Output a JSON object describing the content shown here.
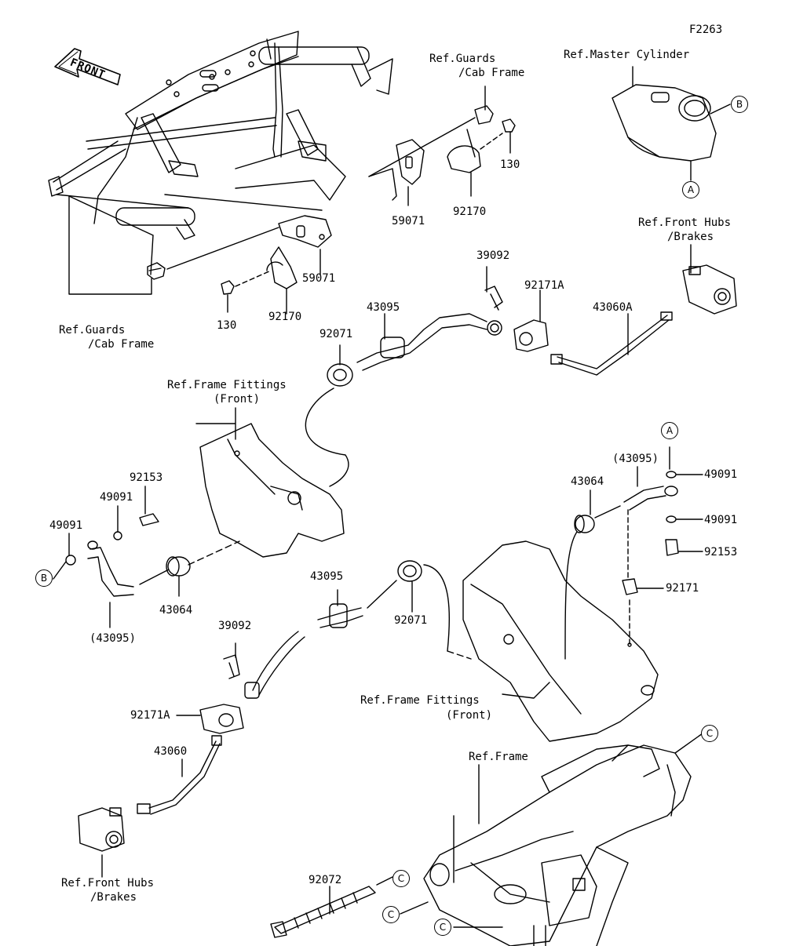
{
  "figure_id": "F2263",
  "front_label": "FRONT",
  "refs": {
    "guards_top_1": "Ref.Guards",
    "guards_top_2": "/Cab Frame",
    "master_cylinder": "Ref.Master Cylinder",
    "front_hubs_top_1": "Ref.Front Hubs",
    "front_hubs_top_2": "/Brakes",
    "guards_left_1": "Ref.Guards",
    "guards_left_2": "/Cab Frame",
    "frame_fittings_top_1": "Ref.Frame Fittings",
    "frame_fittings_top_2": "(Front)",
    "frame_fittings_mid_1": "Ref.Frame Fittings",
    "frame_fittings_mid_2": "(Front)",
    "frame": "Ref.Frame",
    "front_hubs_bottom_1": "Ref.Front Hubs",
    "front_hubs_bottom_2": "/Brakes"
  },
  "parts": {
    "p130_top": "130",
    "p92170_top": "92170",
    "p59071_top": "59071",
    "p59071_left": "59071",
    "p92170_left": "92170",
    "p130_left": "130",
    "p39092_top": "39092",
    "p92171A_top": "92171A",
    "p43060A": "43060A",
    "p43095_top": "43095",
    "p92071_top": "92071",
    "p92153_left": "92153",
    "p49091_left_a": "49091",
    "p49091_left_b": "49091",
    "p43064_left": "43064",
    "p43095_left_paren": "(43095)",
    "p43095_right_paren": "(43095)",
    "p43064_right": "43064",
    "p49091_right_a": "49091",
    "p49091_right_b": "49091",
    "p92153_right": "92153",
    "p92171": "92171",
    "p43095_mid": "43095",
    "p92071_mid": "92071",
    "p39092_mid": "39092",
    "p92171A_mid": "92171A",
    "p43060": "43060",
    "p92072": "92072"
  },
  "markers": {
    "a": "A",
    "b": "B",
    "c": "C"
  }
}
